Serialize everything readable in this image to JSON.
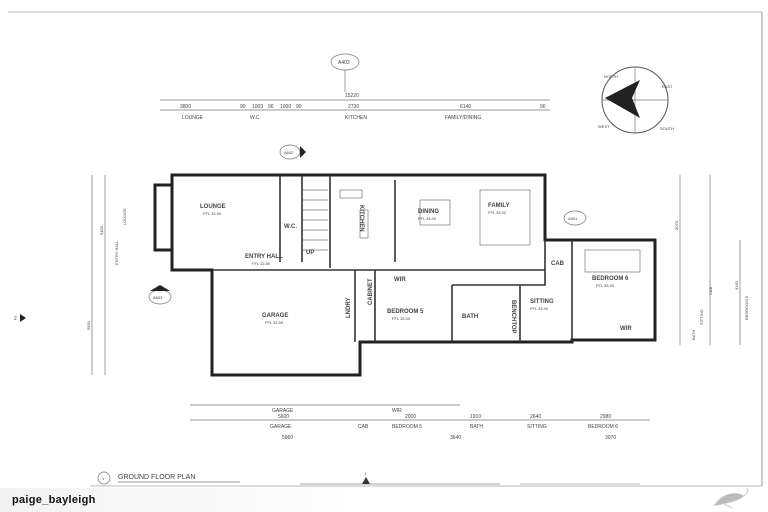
{
  "plan": {
    "title": "GROUND FLOOR PLAN",
    "title_number": "1",
    "section_markers": [
      "A403",
      "A602",
      "A601",
      "A603",
      "2"
    ],
    "overall_dimension": "15220",
    "top_dims_numbers": [
      "3800",
      "90",
      "1003",
      "90",
      "1000",
      "90",
      "2730",
      "6140",
      "90"
    ],
    "top_dims_labels": [
      "LOUNGE",
      "W.C.",
      "KITCHEN",
      "FAMILY/DINING"
    ],
    "rooms": [
      {
        "name": "LOUNGE",
        "level": "FFL 33.50"
      },
      {
        "name": "W.C.",
        "level": ""
      },
      {
        "name": "ENTRY HALL",
        "level": "FFL 33.50"
      },
      {
        "name": "UP",
        "level": ""
      },
      {
        "name": "KITCHEN",
        "level": ""
      },
      {
        "name": "DINING",
        "level": "FFL 33.00"
      },
      {
        "name": "FAMILY",
        "level": "FFL 33.02"
      },
      {
        "name": "GARAGE",
        "level": "FFL 33.50"
      },
      {
        "name": "WIR",
        "level": ""
      },
      {
        "name": "BEDROOM 5",
        "level": "FFL 33.00"
      },
      {
        "name": "BATH",
        "level": ""
      },
      {
        "name": "BENCHTOP",
        "level": ""
      },
      {
        "name": "SITTING",
        "level": "FFL 33.00"
      },
      {
        "name": "CAB",
        "level": ""
      },
      {
        "name": "BEDROOM 6",
        "level": "FFL 33.50"
      },
      {
        "name": "LNDRY",
        "level": ""
      },
      {
        "name": "CABINET",
        "level": ""
      },
      {
        "name": "WIR",
        "level": ""
      }
    ],
    "bottom_row1": [
      "GARAGE",
      "WIR"
    ],
    "bottom_row2": [
      "GARAGE",
      "CAB",
      "BEDROOM 5",
      "BATH",
      "SITTING",
      "BEDROOM 6"
    ],
    "bottom_row3": [
      "5960",
      "3640",
      "3070"
    ],
    "bottom_row2_numbers": [
      "5600",
      "2000",
      "1910",
      "2640",
      "2980"
    ],
    "left_labels": [
      "ENTRY HALL",
      "LOUNGE"
    ],
    "left_numbers": [
      "5400",
      "5550"
    ],
    "right_labels": [
      "BATH",
      "SITTING",
      "CAB",
      "BEDROOM 6"
    ],
    "right_numbers": [
      "3070",
      "4160"
    ],
    "compass_labels": [
      "NORTH",
      "EAST",
      "SOUTH",
      "WEST"
    ],
    "scale_mark": "1"
  },
  "footer": {
    "username": "paige_bayleigh",
    "logo_icon": "shrimp-logo-icon"
  }
}
